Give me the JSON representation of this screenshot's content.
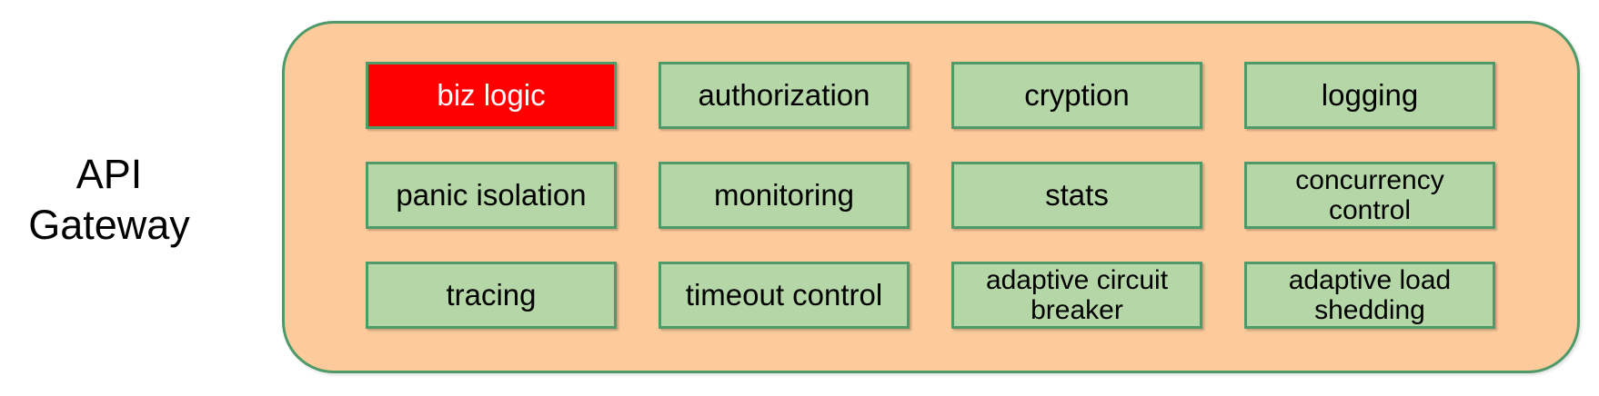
{
  "gateway": {
    "title": "API\nGateway",
    "cells": [
      {
        "label": "biz logic",
        "highlighted": true
      },
      {
        "label": "authorization",
        "highlighted": false
      },
      {
        "label": "cryption",
        "highlighted": false
      },
      {
        "label": "logging",
        "highlighted": false
      },
      {
        "label": "panic isolation",
        "highlighted": false
      },
      {
        "label": "monitoring",
        "highlighted": false
      },
      {
        "label": "stats",
        "highlighted": false
      },
      {
        "label": "concurrency\ncontrol",
        "highlighted": false
      },
      {
        "label": "tracing",
        "highlighted": false
      },
      {
        "label": "timeout control",
        "highlighted": false
      },
      {
        "label": "adaptive circuit\nbreaker",
        "highlighted": false
      },
      {
        "label": "adaptive load\nshedding",
        "highlighted": false
      }
    ]
  },
  "colors": {
    "container_fill": "#fcca9b",
    "container_border": "#4e9a68",
    "cell_fill": "#b5d6a6",
    "cell_border": "#4e9a68",
    "highlight_fill": "#ff0000",
    "highlight_text": "#ffffff",
    "label_text": "#000000"
  }
}
